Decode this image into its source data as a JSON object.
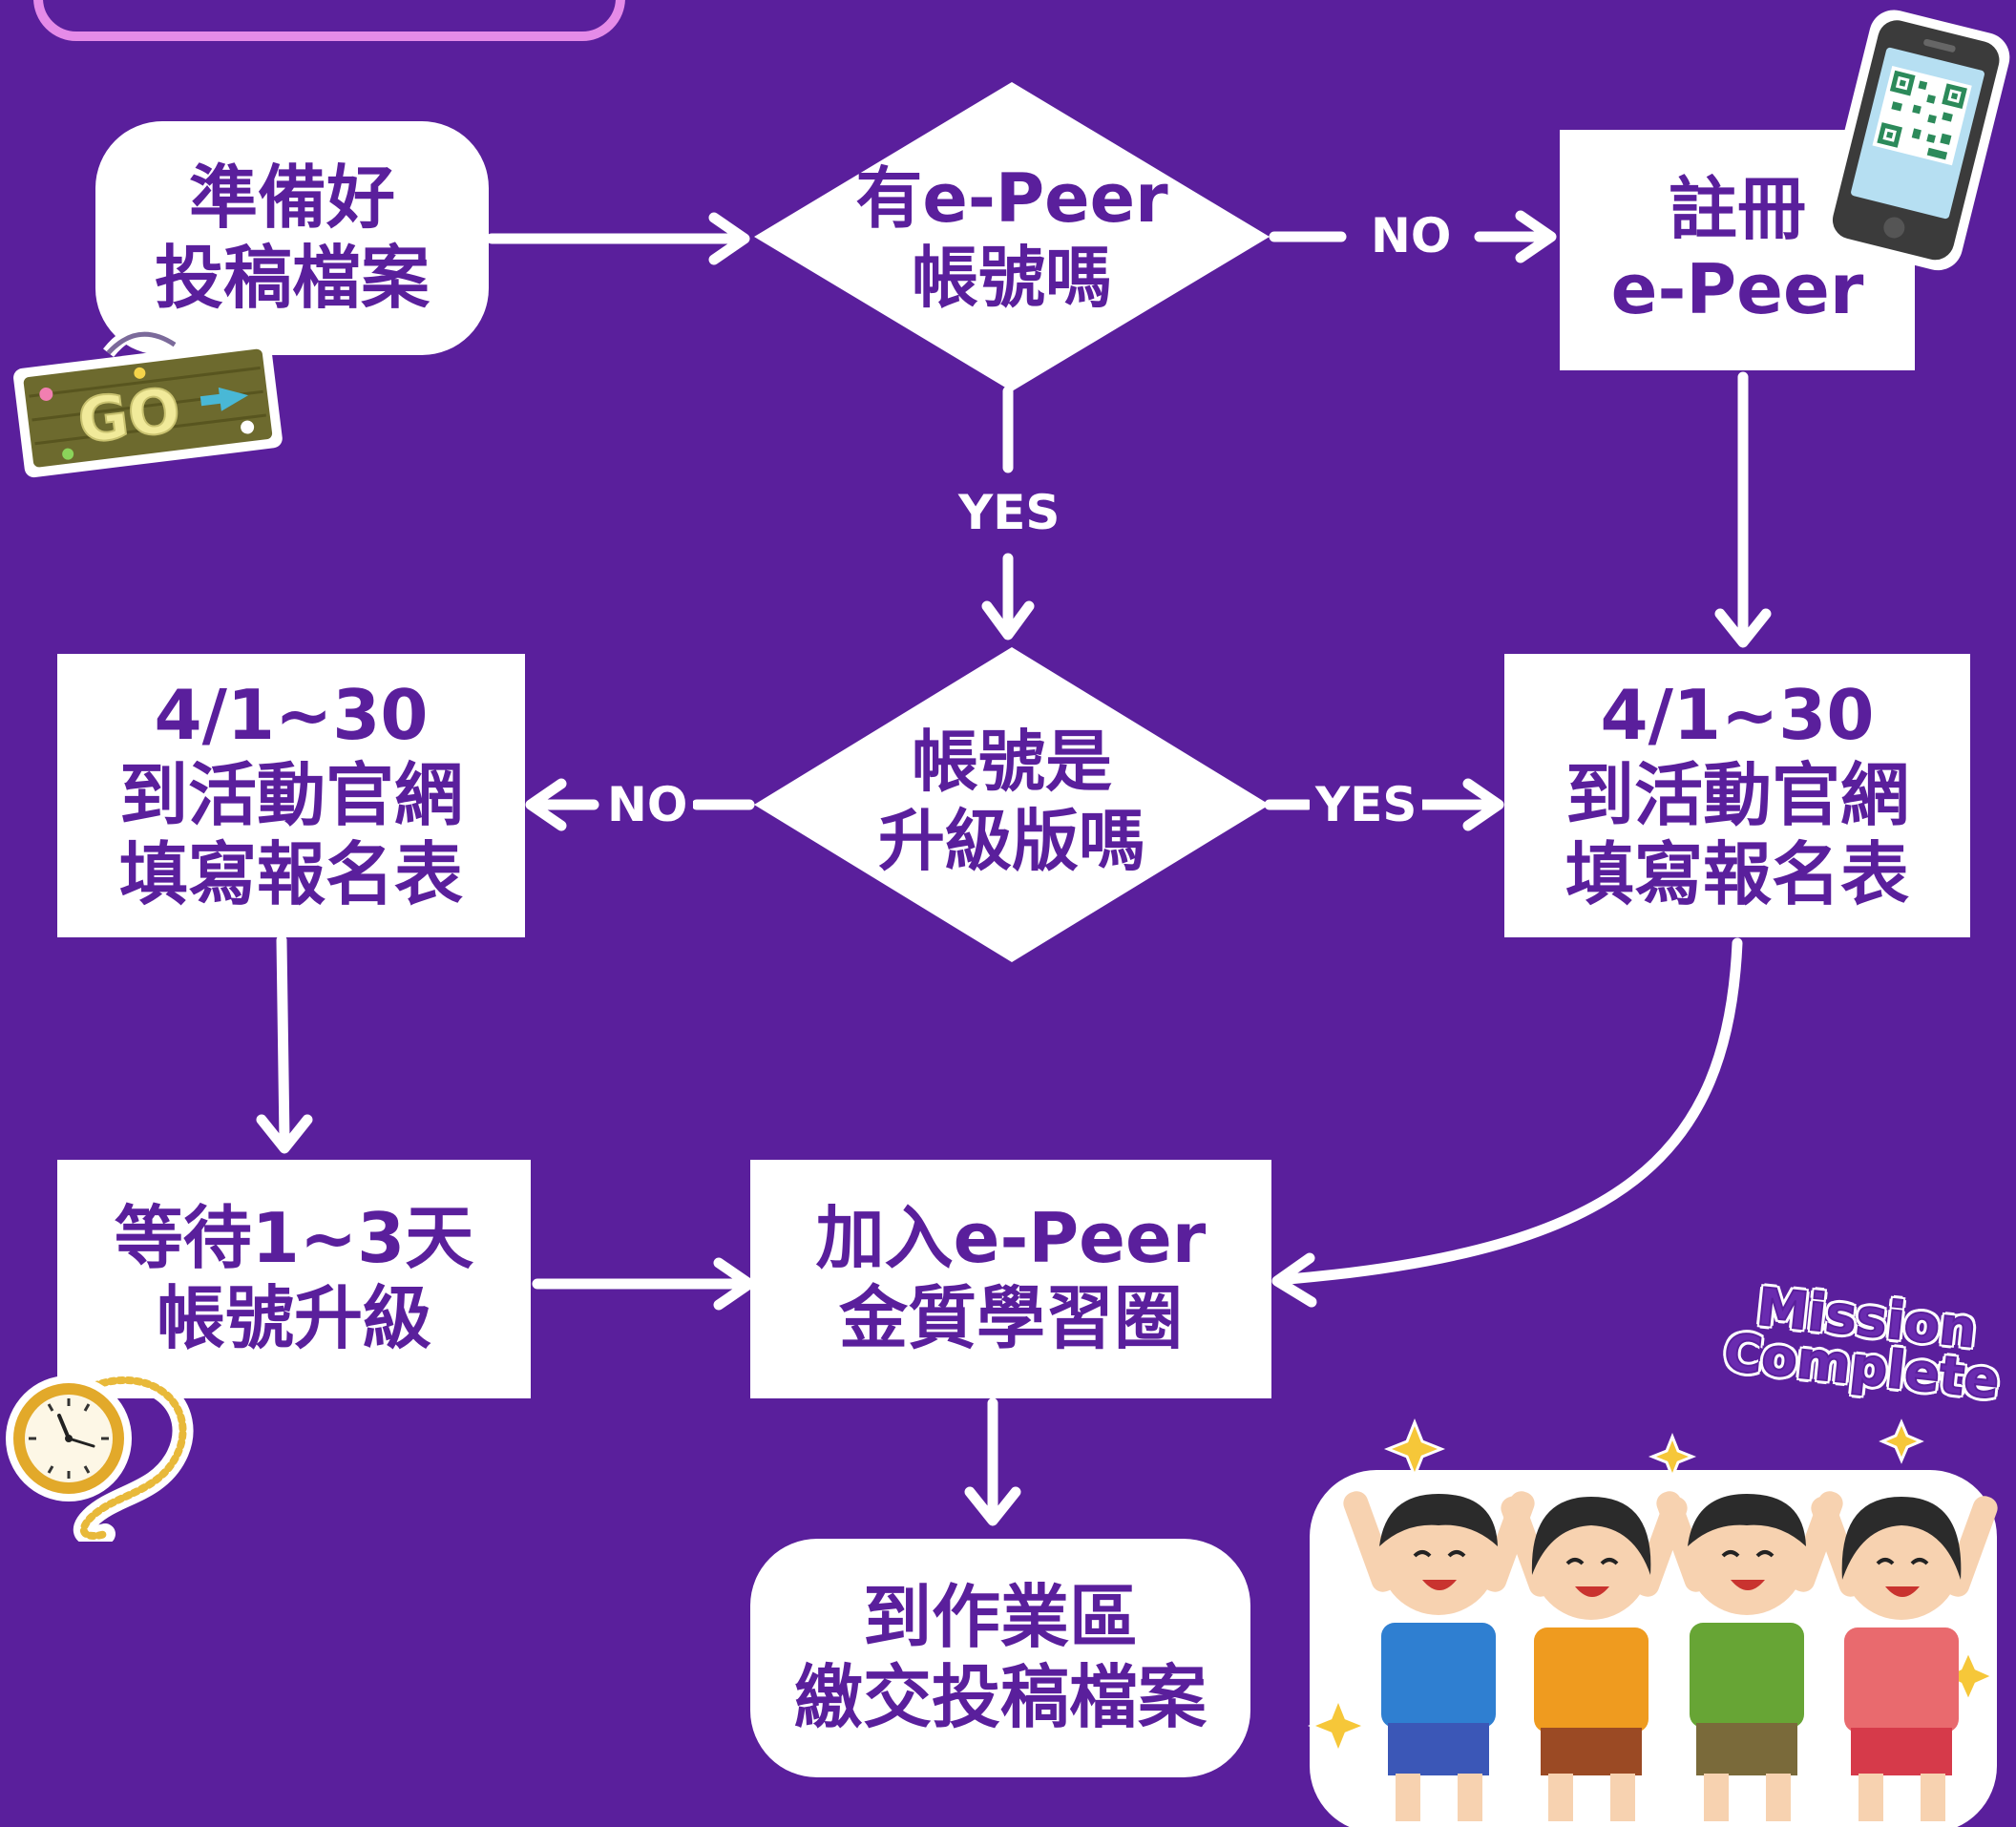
{
  "colors": {
    "background": "#5a1f9c",
    "box": "#ffffff",
    "text": "#5a1f9c",
    "edge": "#ffffff"
  },
  "nodes": {
    "start": "準備好\n投稿檔案",
    "has_account": "有e-Peer\n帳號嗎",
    "register": "註冊\ne-Peer",
    "is_upgraded": "帳號是\n升級版嗎",
    "form_left": "4/1~30\n到活動官網\n填寫報名表",
    "form_right": "4/1~30\n到活動官網\n填寫報名表",
    "wait": "等待1~3天\n帳號升級",
    "join": "加入e-Peer\n金質學習圈",
    "submit": "到作業區\n繳交投稿檔案"
  },
  "edge_labels": {
    "no_1": "NO",
    "yes_1": "YES",
    "no_2": "NO",
    "yes_2": "YES"
  },
  "stickers": {
    "go_sign": "GO",
    "mission": "Mission\nComplete",
    "icons": [
      "go-sign-icon",
      "smartphone-qr-icon",
      "pocket-watch-icon",
      "cheering-kids-icon"
    ]
  }
}
